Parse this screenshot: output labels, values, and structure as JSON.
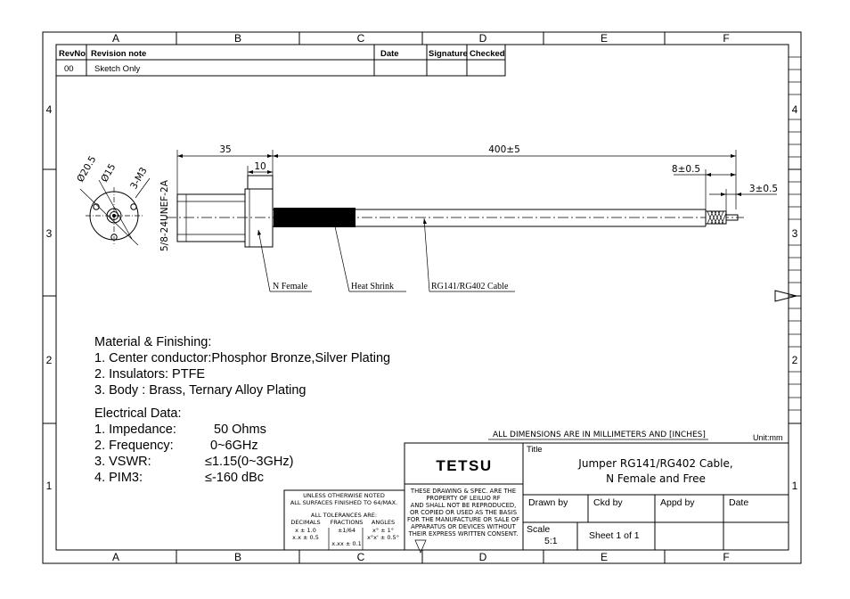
{
  "grid": {
    "columns": [
      "A",
      "B",
      "C",
      "D",
      "E",
      "F"
    ],
    "rows": [
      "4",
      "3",
      "2",
      "1"
    ]
  },
  "revision_table": {
    "headers": [
      "RevNo",
      "Revision note",
      "Date",
      "Signature",
      "Checked"
    ],
    "rows": [
      [
        "00",
        "Sketch Only",
        "",
        "",
        ""
      ]
    ]
  },
  "dimensions": {
    "d1": "Ø20.5",
    "d2": "Ø15",
    "holes": "3-M3",
    "thread": "5/8-24UNEF-2A",
    "flange_len": "35",
    "flange_thick": "10",
    "cable_len": "400±5",
    "strip1": "8±0.5",
    "strip2": "3±0.5"
  },
  "callouts": {
    "connector": "N Female",
    "sleeve": "Heat Shrink",
    "cable": "RG141/RG402 Cable"
  },
  "material": {
    "heading": "Material & Finishing:",
    "lines": [
      "1. Center conductor:Phosphor Bronze,Silver Plating",
      "2. Insulators: PTFE",
      "3. Body :  Brass, Ternary Alloy Plating"
    ]
  },
  "electrical": {
    "heading": "Electrical Data:",
    "rows": [
      {
        "label": "1. Impedance:",
        "value": "50 Ohms"
      },
      {
        "label": "2. Frequency:",
        "value": "0~6GHz"
      },
      {
        "label": "3. VSWR:",
        "value": "≤1.15(0~3GHz)"
      },
      {
        "label": "4. PIM3:",
        "value": "≤-160 dBc"
      }
    ]
  },
  "units_note": "ALL DIMENSIONS ARE IN MILLIMETERS AND [INCHES]",
  "unit": "Unit:mm",
  "tolerance_block": {
    "line1": "UNLESS OTHERWISE NOTED",
    "line2": "ALL SURFACES FINISHED TO 64/MAX.",
    "line3": "ALL TOLERANCES ARE:",
    "headers": [
      "DECIMALS",
      "FRACTIONS",
      "ANGLES"
    ],
    "decimals": [
      "x ± 1.0",
      "x.x ± 0.5",
      "x.xx ± 0.1"
    ],
    "fractions": "±1/64",
    "angles": [
      "x° ± 1°",
      "x°x' ± 0.5°"
    ]
  },
  "title_block": {
    "company": "TETSU",
    "notice": [
      "THESE DRAWING & SPEC. ARE THE",
      "PROPERTY OF LEILUO RF",
      "AND SHALL NOT BE REPRODUCED,",
      "OR COPIED OR USED AS THE BASIS",
      "FOR THE MANUFACTURE OR SALE OF",
      "APPARATUS OR DEVICES WITHOUT",
      "THEIR EXPRESS WRITTEN CONSENT."
    ],
    "title_label": "Title",
    "title_line1": "Jumper RG141/RG402 Cable,",
    "title_line2": "N Female and Free",
    "drawn_by": "Drawn by",
    "ckd_by": "Ckd by",
    "appd_by": "Appd by",
    "date": "Date",
    "scale_label": "Scale",
    "scale_value": "5:1",
    "sheet": "Sheet 1 of 1"
  },
  "colors": {
    "line": "#000000",
    "background": "#ffffff",
    "cable_fill": "#000000"
  }
}
